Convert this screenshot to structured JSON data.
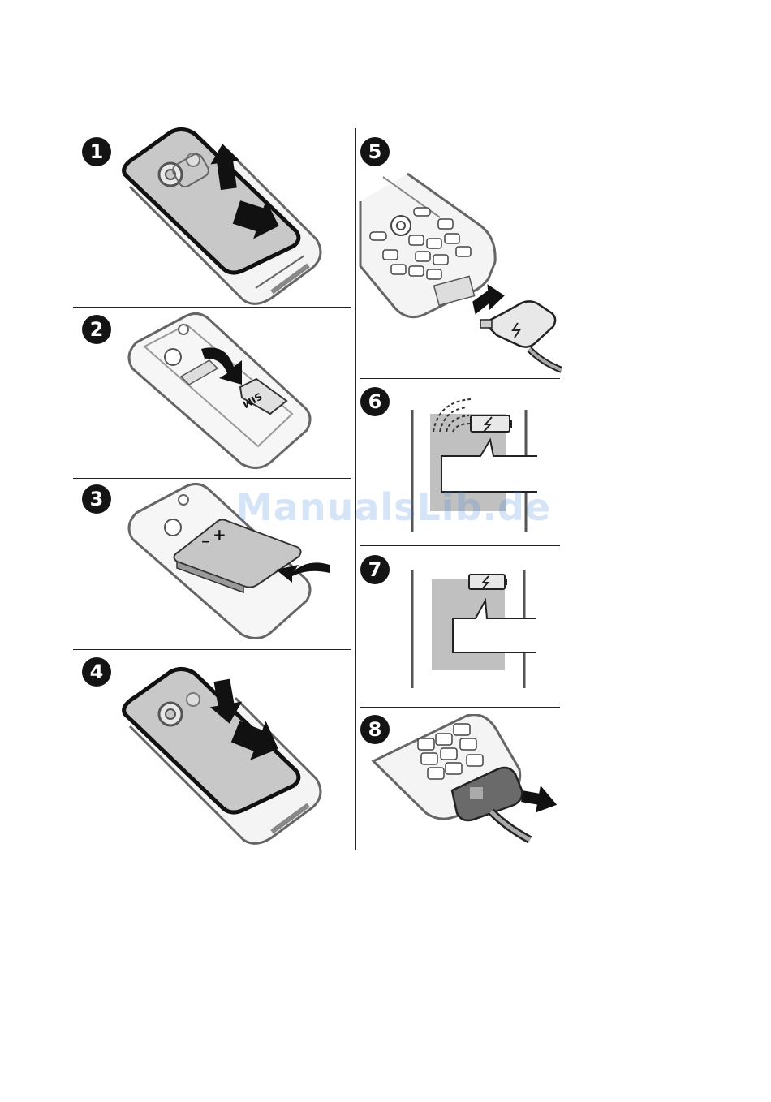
{
  "steps": [
    {
      "number": "1"
    },
    {
      "number": "2",
      "sim_label": "SIM"
    },
    {
      "number": "3",
      "minus_sign": "–",
      "plus_sign": "+"
    },
    {
      "number": "4"
    },
    {
      "number": "5"
    },
    {
      "number": "6"
    },
    {
      "number": "7"
    },
    {
      "number": "8"
    }
  ],
  "watermark": "ManualsLib.de",
  "colors": {
    "line": "#222222",
    "phone_fill": "#f4f4f4",
    "cover_fill": "#c8c8c8",
    "screen_fill": "#c0c0c0",
    "watermark": "#4285dc"
  },
  "icons": [
    "arrow-up-icon",
    "arrow-right-icon",
    "arrow-down-icon",
    "sim-card-icon",
    "battery-icon",
    "charger-plug-icon",
    "battery-charging-icon"
  ]
}
